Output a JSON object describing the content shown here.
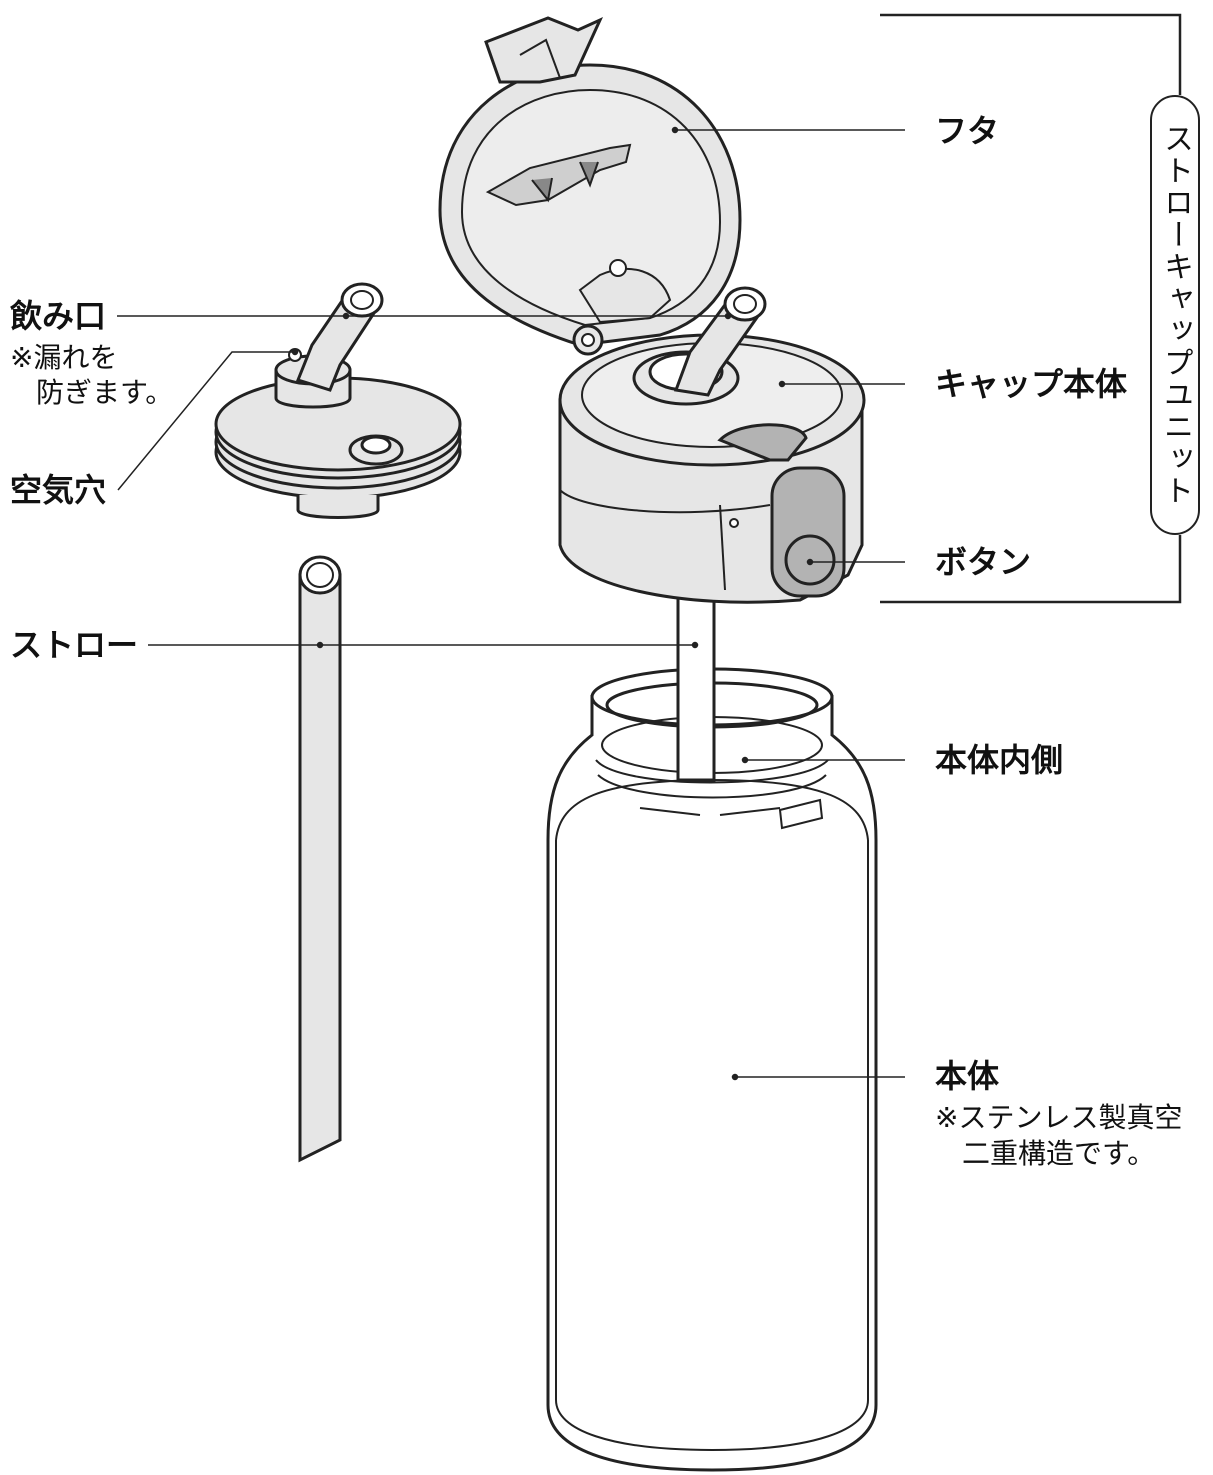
{
  "labels": {
    "futa": "フタ",
    "nomiguchi": "飲み口",
    "nomiguchi_note_1": "※漏れを",
    "nomiguchi_note_2": "防ぎます。",
    "cap_body": "キャップ本体",
    "kuukiana": "空気穴",
    "button": "ボタン",
    "straw": "ストロー",
    "inner": "本体内側",
    "body": "本体",
    "body_note_1": "※ステンレス製真空",
    "body_note_2": "二重構造です。",
    "unit": "ストローキャップユニット"
  },
  "colors": {
    "line": "#222222",
    "part_fill": "#e6e6e6",
    "button_fill": "#b3b3b3",
    "background": "#ffffff"
  }
}
